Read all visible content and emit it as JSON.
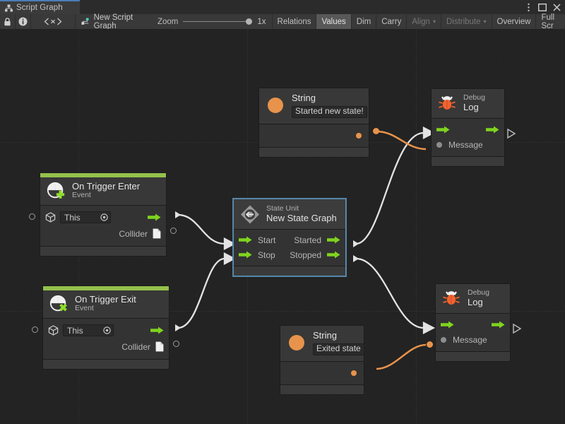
{
  "window": {
    "tab_label": "Script Graph",
    "tab_icon": "graph-hierarchy-icon",
    "controls": {
      "menu": "kebab-menu-icon",
      "maximize": "maximize-icon",
      "close": "close-icon"
    }
  },
  "toolbar": {
    "lock_icon": "lock-icon",
    "info_icon": "info-icon",
    "variables_icon": "angle-brackets-icon",
    "graph_name": "New Script Graph",
    "graph_icon": "script-graph-icon",
    "zoom_label": "Zoom",
    "zoom_value": "1x",
    "buttons": [
      {
        "label": "Relations",
        "state": "normal"
      },
      {
        "label": "Values",
        "state": "selected"
      },
      {
        "label": "Dim",
        "state": "normal"
      },
      {
        "label": "Carry",
        "state": "normal"
      },
      {
        "label": "Align",
        "state": "disabled",
        "caret": "▾"
      },
      {
        "label": "Distribute",
        "state": "disabled",
        "caret": "▾"
      },
      {
        "label": "Overview",
        "state": "normal"
      },
      {
        "label": "Full Scr",
        "state": "normal"
      }
    ]
  },
  "colors": {
    "accent_green": "#94c14b",
    "flow_green": "#7fd41e",
    "value_orange": "#e8934b",
    "selection_blue": "#5a8fb5",
    "tab_accent": "#4a7eb5",
    "canvas_bg": "#232323",
    "node_bg": "#3a3a3a",
    "connection_white": "#e0e0e0"
  },
  "nodes": {
    "string_top": {
      "title": "String",
      "value": "Started new state!",
      "icon": "string-orange-dot-icon"
    },
    "string_bottom": {
      "title": "String",
      "value": "Exited state",
      "icon": "string-orange-dot-icon"
    },
    "debug_log_top": {
      "category": "Debug",
      "title": "Log",
      "icon": "bug-icon",
      "message_label": "Message"
    },
    "debug_log_bottom": {
      "category": "Debug",
      "title": "Log",
      "icon": "bug-icon",
      "message_label": "Message"
    },
    "on_trigger_enter": {
      "title": "On Trigger Enter",
      "subtitle": "Event",
      "icon": "event-plus-icon",
      "target_value": "This",
      "target_icon": "gameobject-cube-icon",
      "picker_icon": "target-picker-icon",
      "collider_label": "Collider",
      "collider_icon": "collider-document-icon"
    },
    "on_trigger_exit": {
      "title": "On Trigger Exit",
      "subtitle": "Event",
      "icon": "event-cross-icon",
      "target_value": "This",
      "target_icon": "gameobject-cube-icon",
      "picker_icon": "target-picker-icon",
      "collider_label": "Collider",
      "collider_icon": "collider-document-icon"
    },
    "state_unit": {
      "category": "State Unit",
      "title": "New  State  Graph",
      "icon": "state-unit-icon",
      "selected": true,
      "ports": [
        {
          "in": "Start",
          "out": "Started"
        },
        {
          "in": "Stop",
          "out": "Stopped"
        }
      ]
    }
  }
}
